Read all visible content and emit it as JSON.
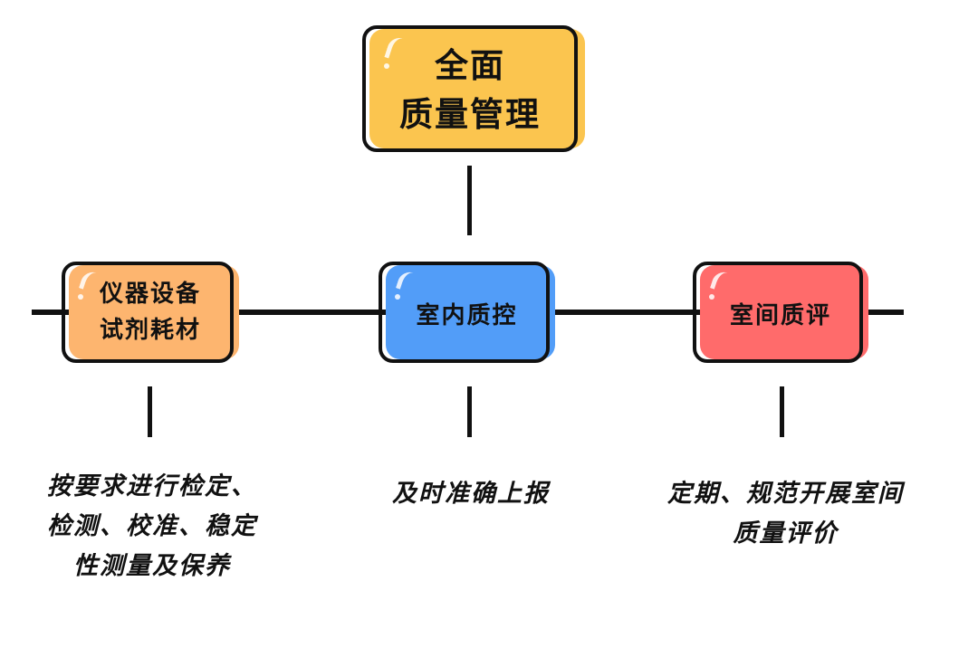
{
  "diagram": {
    "root": {
      "lines": [
        "全面",
        "质量管理"
      ],
      "color": "#FBC54F"
    },
    "nodes": [
      {
        "id": "equipment",
        "lines": [
          "仪器设备",
          "试剂耗材"
        ],
        "color": "#FDB56F",
        "description": [
          "按要求进行检定、",
          "检测、校准、稳定",
          "性测量及保养"
        ]
      },
      {
        "id": "internal-qc",
        "lines": [
          "室内质控"
        ],
        "color": "#529DF8",
        "description": [
          "及时准确上报"
        ]
      },
      {
        "id": "external-qa",
        "lines": [
          "室间质评"
        ],
        "color": "#FF6B6B",
        "description": [
          "定期、规范开展室间",
          "质量评价"
        ]
      }
    ],
    "line_color": "#111111"
  }
}
